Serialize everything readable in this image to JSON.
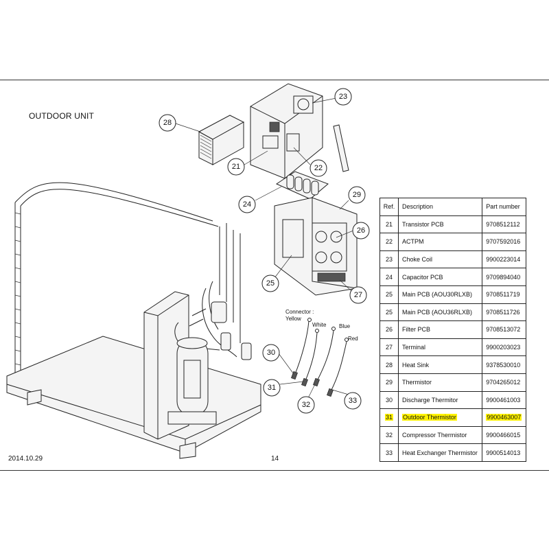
{
  "header": {
    "title": "OUTDOOR UNIT"
  },
  "footer": {
    "date": "2014.10.29",
    "page": "14"
  },
  "diagram": {
    "connector_label": "Connector :",
    "wire_labels": [
      "Yellow",
      "White",
      "Blue",
      "Red"
    ],
    "callouts": [
      "21",
      "22",
      "23",
      "24",
      "25",
      "26",
      "27",
      "28",
      "29",
      "30",
      "31",
      "32",
      "33"
    ]
  },
  "table": {
    "headers": [
      "Ref.",
      "Description",
      "Part number"
    ],
    "highlight_color": "#fff200",
    "rows": [
      {
        "ref": "21",
        "description": "Transistor PCB",
        "part_number": "9708512112",
        "highlight": false
      },
      {
        "ref": "22",
        "description": "ACTPM",
        "part_number": "9707592016",
        "highlight": false
      },
      {
        "ref": "23",
        "description": "Choke Coil",
        "part_number": "9900223014",
        "highlight": false
      },
      {
        "ref": "24",
        "description": "Capacitor PCB",
        "part_number": "9709894040",
        "highlight": false
      },
      {
        "ref": "25",
        "description": "Main PCB (AOU30RLXB)",
        "part_number": "9708511719",
        "highlight": false
      },
      {
        "ref": "25",
        "description": "Main PCB (AOU36RLXB)",
        "part_number": "9708511726",
        "highlight": false
      },
      {
        "ref": "26",
        "description": "Filter PCB",
        "part_number": "9708513072",
        "highlight": false
      },
      {
        "ref": "27",
        "description": "Terminal",
        "part_number": "9900203023",
        "highlight": false
      },
      {
        "ref": "28",
        "description": "Heat Sink",
        "part_number": "9378530010",
        "highlight": false
      },
      {
        "ref": "29",
        "description": "Thermistor",
        "part_number": "9704265012",
        "highlight": false
      },
      {
        "ref": "30",
        "description": "Discharge Thermitor",
        "part_number": "9900461003",
        "highlight": false
      },
      {
        "ref": "31",
        "description": "Outdoor Thermistor",
        "part_number": "9900463007",
        "highlight": true
      },
      {
        "ref": "32",
        "description": "Compressor Thermistor",
        "part_number": "9900466015",
        "highlight": false
      },
      {
        "ref": "33",
        "description": "Heat Exchanger Thermistor",
        "part_number": "9900514013",
        "highlight": false
      }
    ]
  }
}
